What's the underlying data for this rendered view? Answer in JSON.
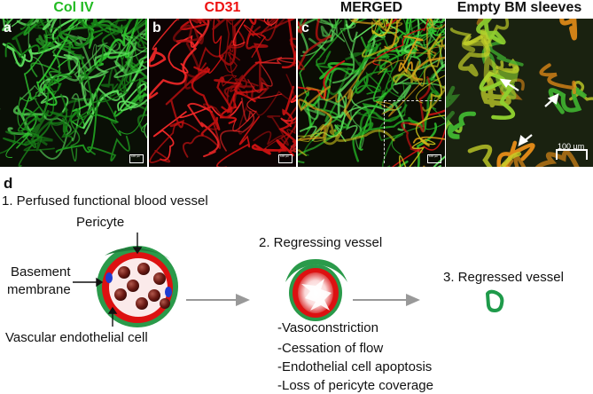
{
  "panels": {
    "titles": [
      "Col IV",
      "CD31",
      "MERGED",
      "Empty BM sleeves"
    ],
    "letters": [
      "a",
      "b",
      "c"
    ],
    "scale_label": "100 µm",
    "inset_scale_label": "100 µm"
  },
  "diagram": {
    "part_letter": "d",
    "stage1_title": "1. Perfused functional blood vessel",
    "pericyte_label": "Pericyte",
    "basement_label_line1": "Basement",
    "basement_label_line2": "membrane",
    "endothelial_label": "Vascular endothelial cell",
    "stage2_title": "2. Regressing vessel",
    "stage3_title": "3. Regressed vessel",
    "steps": [
      "-Vasoconstriction",
      "-Cessation of flow",
      "-Endothelial cell apoptosis",
      "-Loss of pericyte coverage"
    ]
  },
  "colors": {
    "col_iv": "#22bb22",
    "cd31": "#ee1111",
    "merged": "#111111",
    "empty": "#111111",
    "basement": "#2a9a4a",
    "endothelium": "#dd1111",
    "rbc": "#6b1a14",
    "pericyte": "#1f3bd1"
  }
}
